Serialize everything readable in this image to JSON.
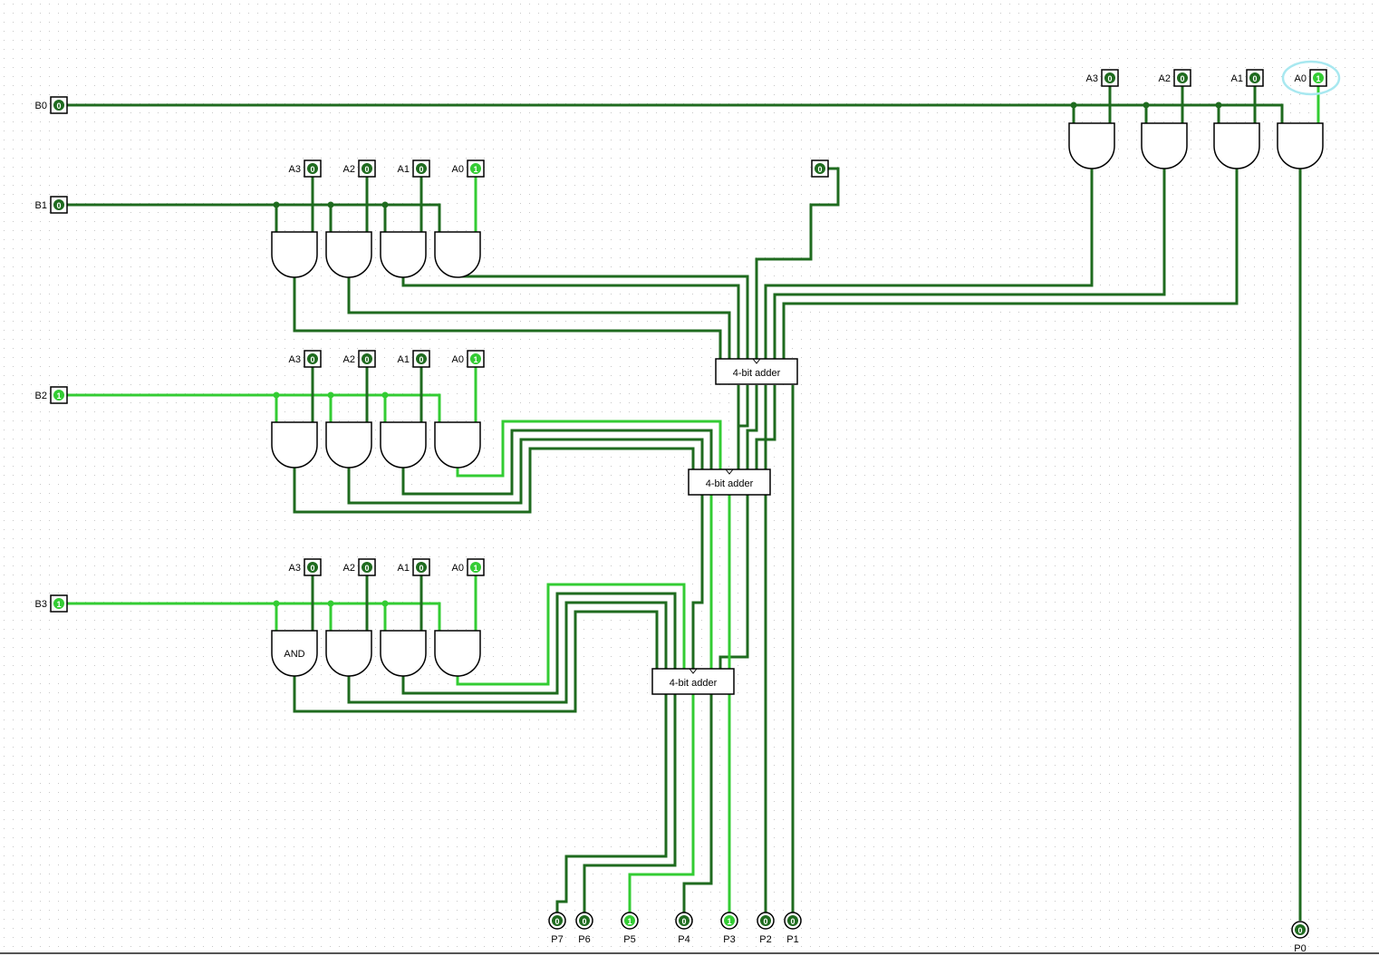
{
  "colors": {
    "grid_dot": "#c8c8c8",
    "wire_low": "#1f6b1f",
    "wire_high": "#33cc33",
    "pin_low_fill": "#1f6b1f",
    "pin_high_fill": "#33cc33",
    "selection": "#a8e8f0"
  },
  "inputs": {
    "b_pins": [
      {
        "label": "B0",
        "value": "0"
      },
      {
        "label": "B1",
        "value": "0"
      },
      {
        "label": "B2",
        "value": "1"
      },
      {
        "label": "B3",
        "value": "1"
      }
    ],
    "row0_a": [
      {
        "label": "A3",
        "value": "0"
      },
      {
        "label": "A2",
        "value": "0"
      },
      {
        "label": "A1",
        "value": "0"
      },
      {
        "label": "A0",
        "value": "1"
      }
    ],
    "row1_a": [
      {
        "label": "A3",
        "value": "0"
      },
      {
        "label": "A2",
        "value": "0"
      },
      {
        "label": "A1",
        "value": "0"
      },
      {
        "label": "A0",
        "value": "1"
      }
    ],
    "row2_a": [
      {
        "label": "A3",
        "value": "0"
      },
      {
        "label": "A2",
        "value": "0"
      },
      {
        "label": "A1",
        "value": "0"
      },
      {
        "label": "A0",
        "value": "1"
      }
    ],
    "row3_a": [
      {
        "label": "A3",
        "value": "0"
      },
      {
        "label": "A2",
        "value": "0"
      },
      {
        "label": "A1",
        "value": "0"
      },
      {
        "label": "A0",
        "value": "1"
      }
    ],
    "carry_in": {
      "value": "0"
    }
  },
  "gates": {
    "and_label": "AND"
  },
  "adders": [
    {
      "label": "4-bit adder"
    },
    {
      "label": "4-bit adder"
    },
    {
      "label": "4-bit adder"
    }
  ],
  "outputs": [
    {
      "label": "P7",
      "value": "0"
    },
    {
      "label": "P6",
      "value": "0"
    },
    {
      "label": "P5",
      "value": "1"
    },
    {
      "label": "P4",
      "value": "0"
    },
    {
      "label": "P3",
      "value": "1"
    },
    {
      "label": "P2",
      "value": "0"
    },
    {
      "label": "P1",
      "value": "0"
    },
    {
      "label": "P0",
      "value": "0"
    }
  ]
}
